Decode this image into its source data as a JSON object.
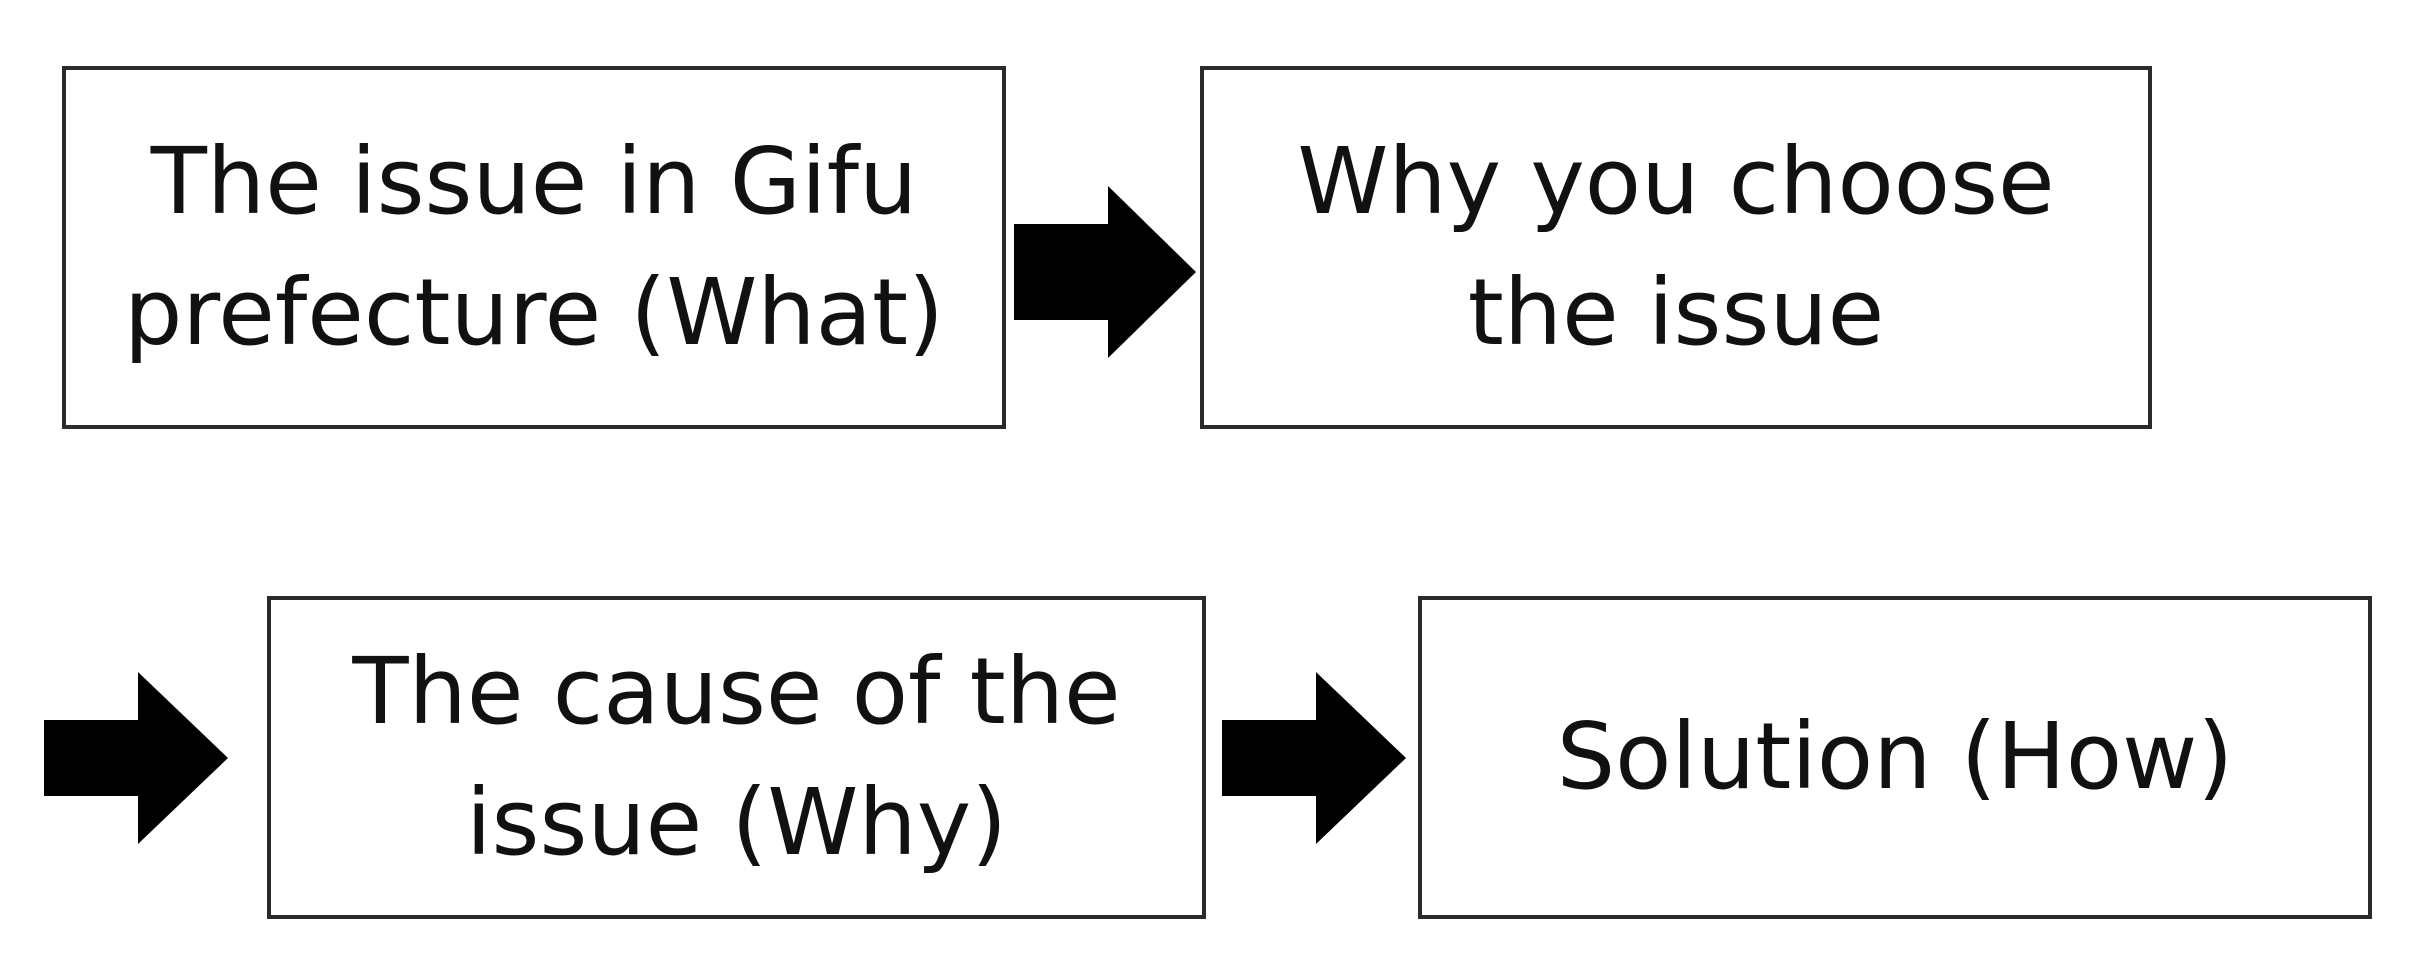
{
  "diagram": {
    "boxes": [
      {
        "label": "The issue in Gifu\nprefecture (What)"
      },
      {
        "label": "Why you choose\nthe issue"
      },
      {
        "label": "The cause of the\nissue (Why)"
      },
      {
        "label": "Solution (How)"
      }
    ],
    "colors": {
      "stroke": "#2b2b2b",
      "arrow": "#000000",
      "text": "#111111",
      "background": "#ffffff"
    },
    "icons": [
      "right-arrow-icon"
    ]
  }
}
